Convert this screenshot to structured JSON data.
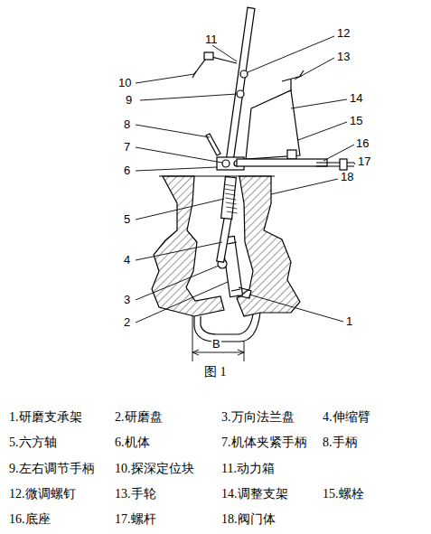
{
  "diagram": {
    "labels": [
      "11",
      "12",
      "10",
      "13",
      "9",
      "14",
      "8",
      "15",
      "7",
      "16",
      "17",
      "6",
      "18",
      "5",
      "4",
      "3",
      "2",
      "1",
      "B",
      "图 1",
      "1.研磨支承架",
      "2.研磨盘",
      "3.万向法兰盘",
      "4.伸缩臂",
      "5.六方轴",
      "6.机体",
      "7.机体夹紧手柄",
      "8.手柄",
      "9.左右调节手柄",
      "10.探深定位块",
      "11.动力箱",
      "12.微调螺钉",
      "13.手轮",
      "14.调整支架",
      "15.螺栓",
      "16.底座",
      "17.螺杆",
      "18.阀门体"
    ]
  }
}
